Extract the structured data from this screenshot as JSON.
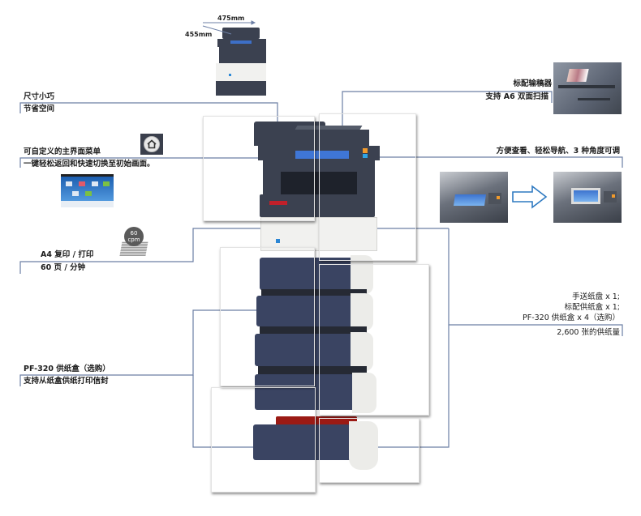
{
  "dimensions": {
    "width_label": "475mm",
    "depth_label": "455mm"
  },
  "callouts": {
    "compact": {
      "title": "尺寸小巧",
      "subtitle": "节省空间"
    },
    "home_menu": {
      "title": "可自定义的主界面菜单",
      "subtitle": "一键轻松返回和快速切换至初始画面。",
      "icon": "home-icon"
    },
    "speed": {
      "title": "A4 复印 / 打印",
      "subtitle": "60 页 / 分钟",
      "badge_number": "60",
      "badge_unit": "cpm"
    },
    "pf320": {
      "title": "PF-320 供纸盒（选购）",
      "subtitle": "支持从纸盒供纸打印信封"
    },
    "document_processor": {
      "title": "标配输稿器",
      "subtitle": "支持 A6 双面扫描"
    },
    "panel": {
      "title": "方便查看、轻松导航、3 种角度可调",
      "arrow_icon": "right-arrow-icon"
    },
    "paper_supply": {
      "lines": [
        "手送纸盘 x 1;",
        "标配供纸盒 x 1;",
        "PF-320 供纸盒 x 4（选购）"
      ],
      "subtitle": "2,600 张的供纸量"
    }
  },
  "colors": {
    "leader_line": "#6c7fa5",
    "arrow_outline": "#2f7ac1",
    "printer_dark": "#3b4150",
    "tray_navy": "#3a4462",
    "cassette_red": "#9b1a14"
  }
}
